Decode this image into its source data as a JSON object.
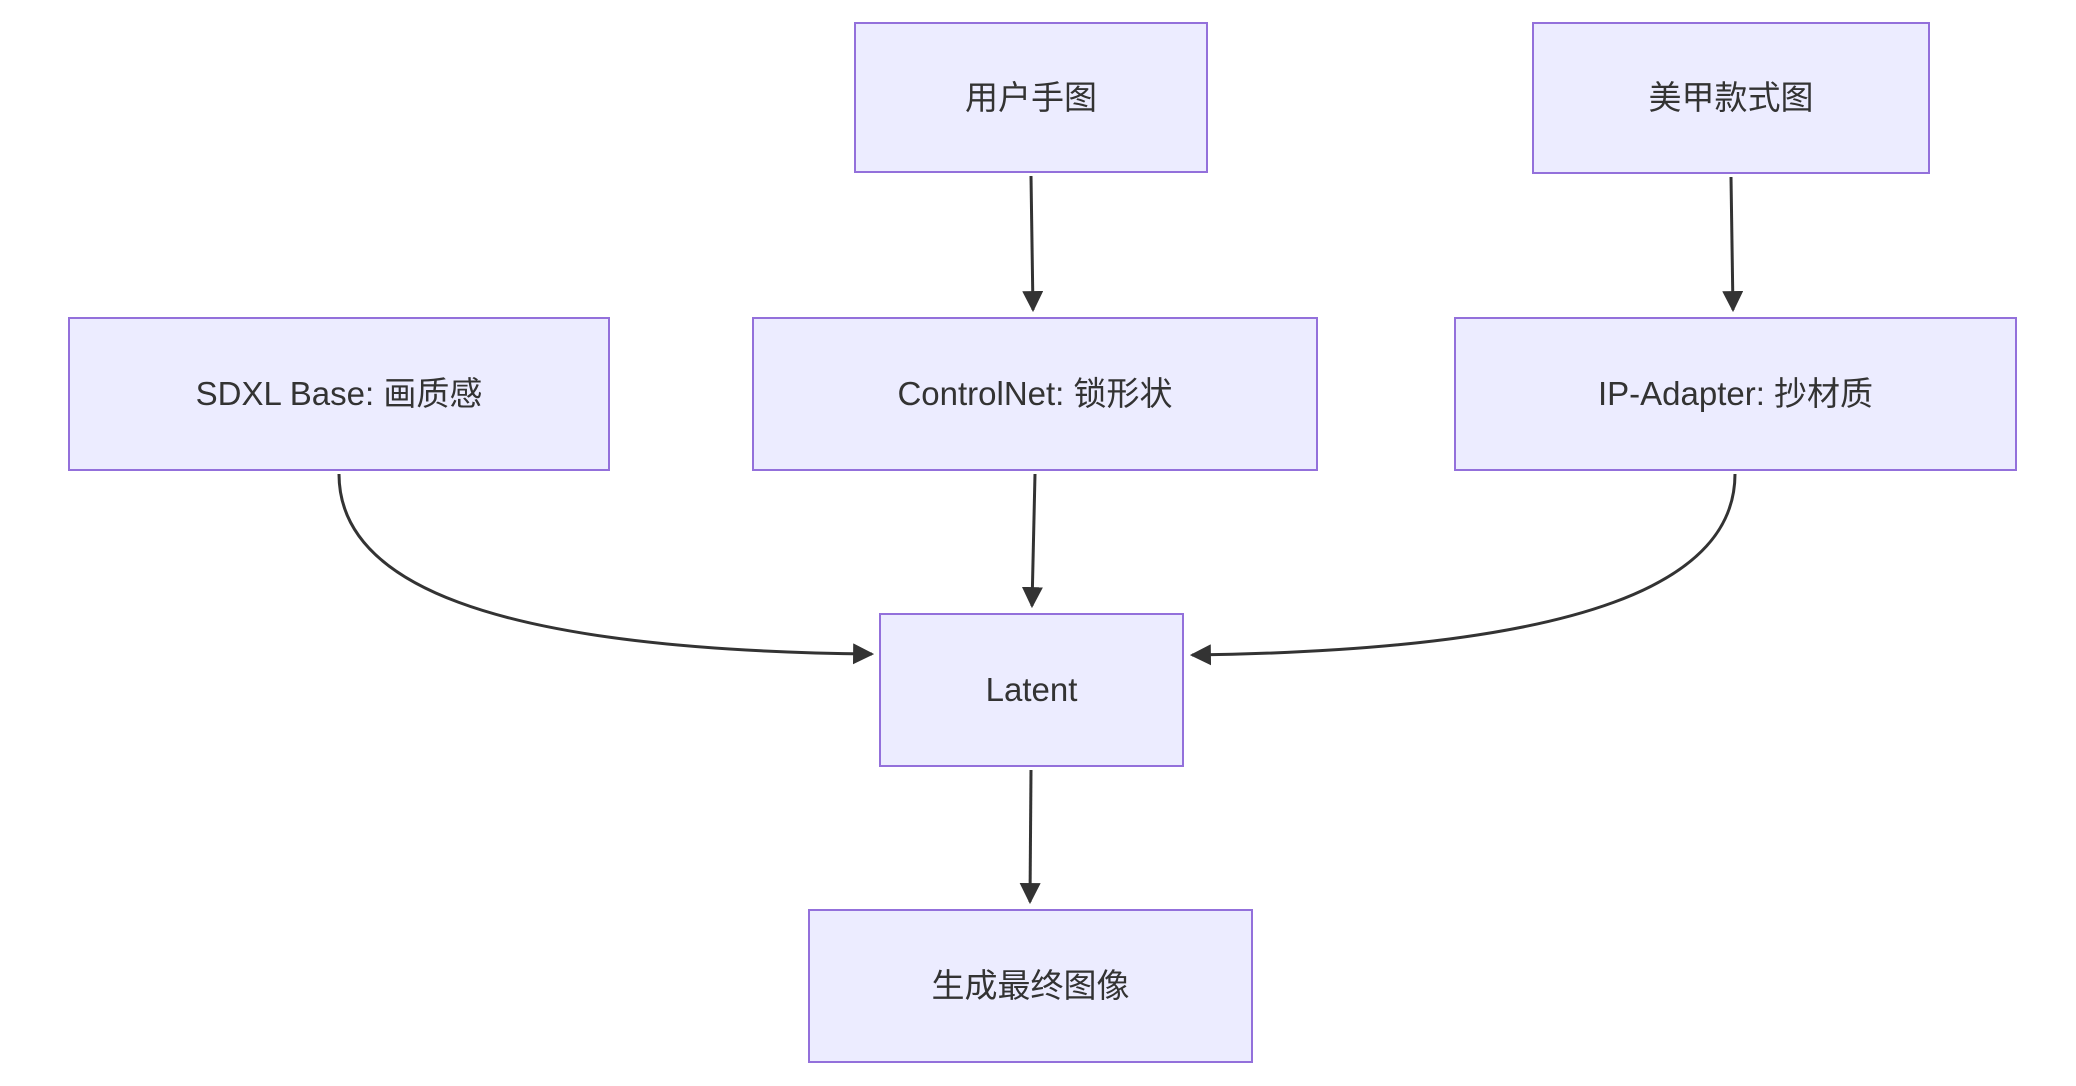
{
  "diagram": {
    "type": "flowchart",
    "direction": "top-down",
    "colors": {
      "canvas_bg": "#ffffff",
      "node_fill": "#ECECFF",
      "node_border": "#9370DB",
      "edge_color": "#333333",
      "text_color": "#333333"
    },
    "nodes": [
      {
        "id": "user-hand",
        "label": "用户手图"
      },
      {
        "id": "nail-style",
        "label": "美甲款式图"
      },
      {
        "id": "sdxl-base",
        "label": "SDXL Base: 画质感"
      },
      {
        "id": "controlnet",
        "label": "ControlNet: 锁形状"
      },
      {
        "id": "ip-adapter",
        "label": "IP-Adapter: 抄材质"
      },
      {
        "id": "latent",
        "label": "Latent"
      },
      {
        "id": "final-image",
        "label": "生成最终图像"
      }
    ],
    "edges": [
      {
        "from": "user-hand",
        "to": "controlnet"
      },
      {
        "from": "nail-style",
        "to": "ip-adapter"
      },
      {
        "from": "sdxl-base",
        "to": "latent"
      },
      {
        "from": "controlnet",
        "to": "latent"
      },
      {
        "from": "ip-adapter",
        "to": "latent"
      },
      {
        "from": "latent",
        "to": "final-image"
      }
    ]
  }
}
